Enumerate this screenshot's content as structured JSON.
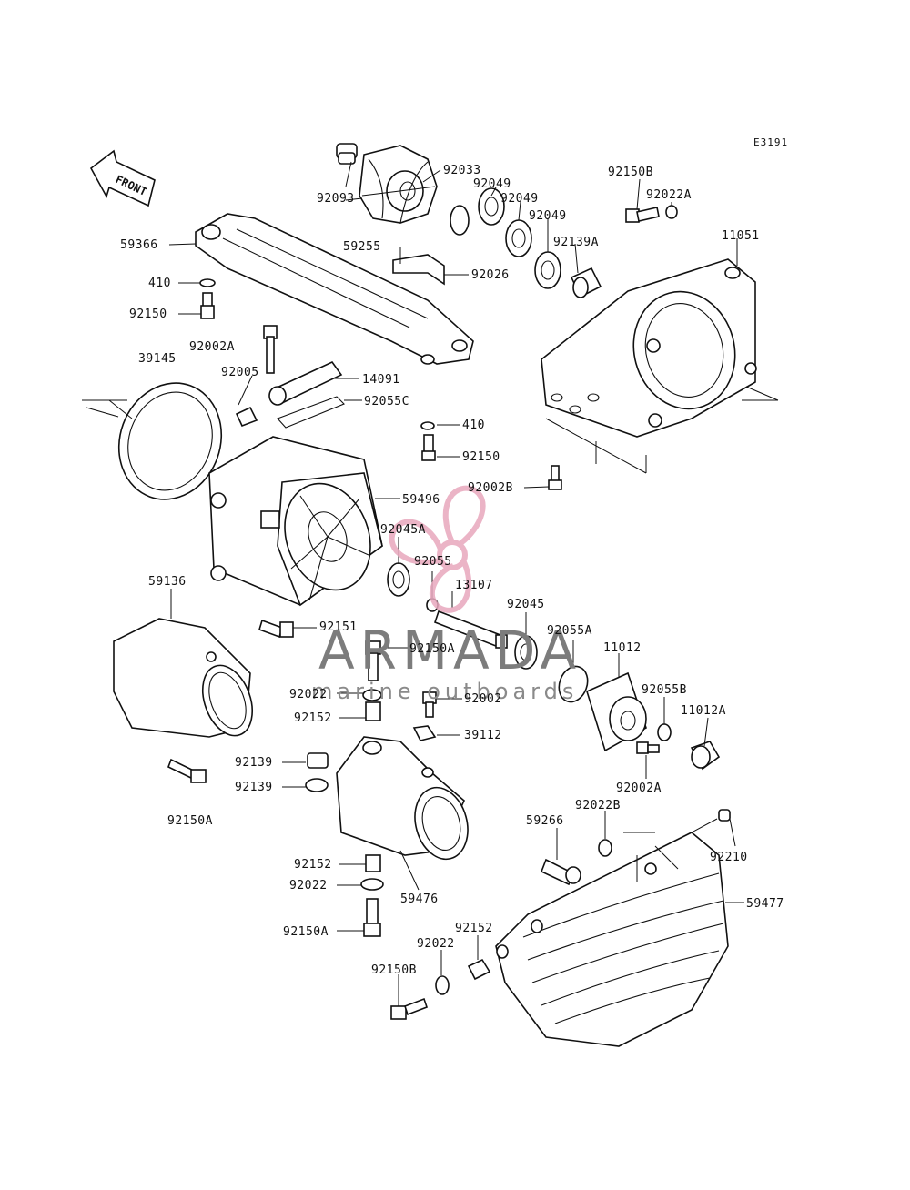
{
  "diagram_code": "E3191",
  "direction_label": "FRONT",
  "watermark": {
    "brand": "ARMADA",
    "tagline": "marine outboards",
    "logo_color": "#e8a7bd"
  },
  "parts": [
    {
      "label": "92093"
    },
    {
      "label": "92033"
    },
    {
      "label": "92049"
    },
    {
      "label": "92049"
    },
    {
      "label": "92049"
    },
    {
      "label": "92150B"
    },
    {
      "label": "92022A"
    },
    {
      "label": "11051"
    },
    {
      "label": "59366"
    },
    {
      "label": "59255"
    },
    {
      "label": "92026"
    },
    {
      "label": "92139A"
    },
    {
      "label": "410"
    },
    {
      "label": "92150"
    },
    {
      "label": "92002A"
    },
    {
      "label": "39145"
    },
    {
      "label": "92005"
    },
    {
      "label": "14091"
    },
    {
      "label": "92055C"
    },
    {
      "label": "410"
    },
    {
      "label": "92150"
    },
    {
      "label": "92002B"
    },
    {
      "label": "59496"
    },
    {
      "label": "92045A"
    },
    {
      "label": "92055"
    },
    {
      "label": "13107"
    },
    {
      "label": "92045"
    },
    {
      "label": "59136"
    },
    {
      "label": "92151"
    },
    {
      "label": "92055A"
    },
    {
      "label": "92150A"
    },
    {
      "label": "11012"
    },
    {
      "label": "92022"
    },
    {
      "label": "92002"
    },
    {
      "label": "92055B"
    },
    {
      "label": "92152"
    },
    {
      "label": "39112"
    },
    {
      "label": "11012A"
    },
    {
      "label": "92139"
    },
    {
      "label": "92139"
    },
    {
      "label": "92002A"
    },
    {
      "label": "92150A"
    },
    {
      "label": "92022B"
    },
    {
      "label": "59266"
    },
    {
      "label": "92210"
    },
    {
      "label": "92152"
    },
    {
      "label": "59476"
    },
    {
      "label": "92022"
    },
    {
      "label": "59477"
    },
    {
      "label": "92150A"
    },
    {
      "label": "92152"
    },
    {
      "label": "92022"
    },
    {
      "label": "92150B"
    }
  ]
}
